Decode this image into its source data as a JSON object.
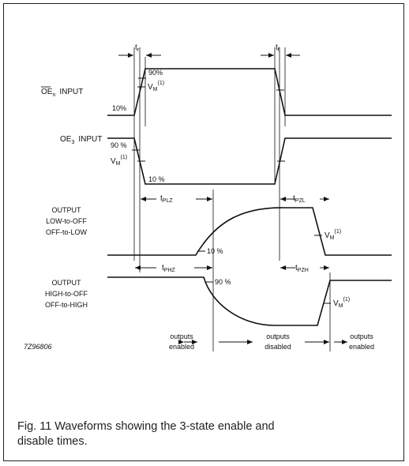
{
  "signals": {
    "oe_n": {
      "main": "OE",
      "sub": "n",
      "suffix": "INPUT"
    },
    "oe3": {
      "main": "OE",
      "sub": "3",
      "suffix": "INPUT"
    },
    "out_low": [
      "OUTPUT",
      "LOW-to-OFF",
      "OFF-to-LOW"
    ],
    "out_high": [
      "OUTPUT",
      "HIGH-to-OFF",
      "OFF-to-HIGH"
    ]
  },
  "timing": {
    "tr": {
      "main": "t",
      "sub": "r"
    },
    "tf": {
      "main": "t",
      "sub": "f"
    },
    "tplz": {
      "main": "t",
      "sub": "PLZ"
    },
    "tpzl": {
      "main": "t",
      "sub": "PZL"
    },
    "tphz": {
      "main": "t",
      "sub": "PHZ"
    },
    "tpzh": {
      "main": "t",
      "sub": "PZH"
    }
  },
  "levels": {
    "p90": "90%",
    "p90s": "90 %",
    "p10": "10%",
    "p10s": "10 %",
    "vm": "V",
    "vm_sub": "M",
    "vm_note": "(1)"
  },
  "regions": {
    "enabled_left": [
      "outputs",
      "enabled"
    ],
    "disabled": [
      "outputs",
      "disabled"
    ],
    "enabled_right": [
      "outputs",
      "enabled"
    ]
  },
  "figure_id": "7Z96806",
  "caption": {
    "line1": "Fig. 11  Waveforms showing the 3-state enable and",
    "line2": "disable times."
  }
}
